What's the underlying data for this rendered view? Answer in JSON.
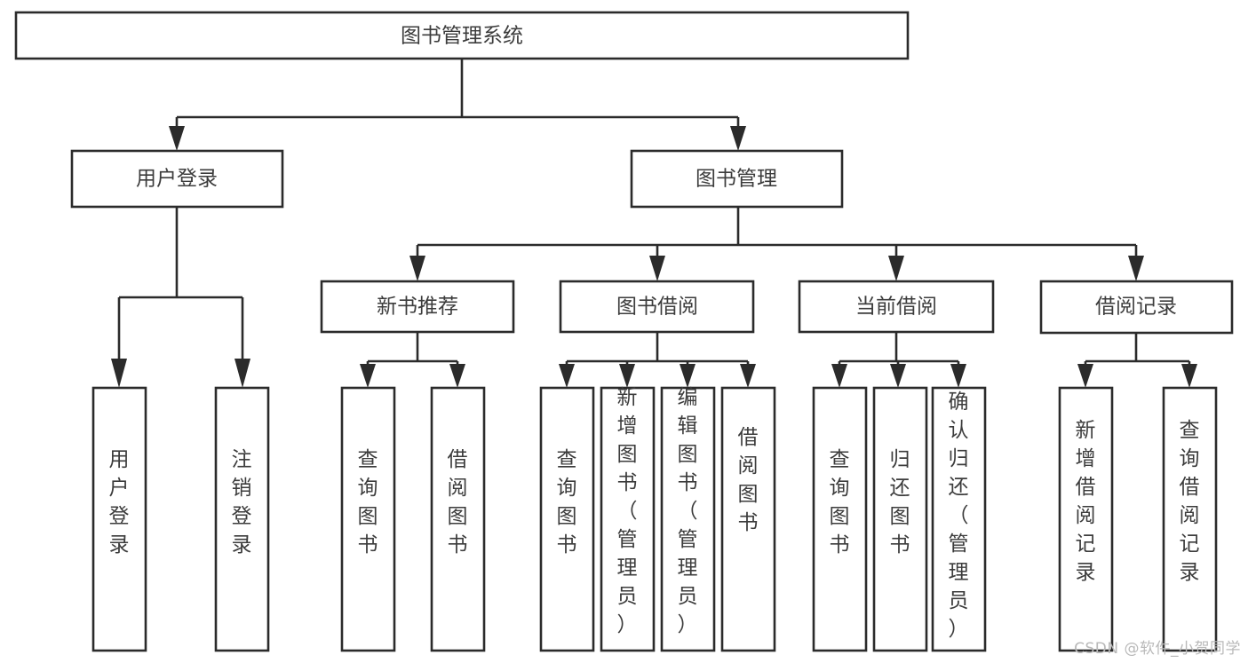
{
  "diagram": {
    "type": "tree-hierarchy-chart",
    "title": "图书管理系统",
    "watermark": "CSDN @软件_小贺同学",
    "colors": {
      "background": "#ffffff",
      "box_fill": "#ffffff",
      "box_stroke": "#2b2b2b",
      "text": "#3c3c3c",
      "watermark": "#b9b9b9"
    },
    "root": {
      "label": "图书管理系统"
    },
    "level2": [
      {
        "label": "用户登录"
      },
      {
        "label": "图书管理"
      }
    ],
    "level3": [
      {
        "label": "新书推荐"
      },
      {
        "label": "图书借阅"
      },
      {
        "label": "当前借阅"
      },
      {
        "label": "借阅记录"
      }
    ],
    "leaves": {
      "user_login": [
        {
          "label": "用户登录"
        },
        {
          "label": "注销登录"
        }
      ],
      "new_book_recommend": [
        {
          "label": "查询图书"
        },
        {
          "label": "借阅图书"
        }
      ],
      "book_borrow": [
        {
          "label": "查询图书"
        },
        {
          "label": "新增图书（管理员）"
        },
        {
          "label": "编辑图书（管理员）"
        },
        {
          "label": "借阅图书"
        }
      ],
      "current_borrow": [
        {
          "label": "查询图书"
        },
        {
          "label": "归还图书"
        },
        {
          "label": "确认归还（管理员）"
        }
      ],
      "borrow_record": [
        {
          "label": "新增借阅记录"
        },
        {
          "label": "查询借阅记录"
        }
      ]
    }
  }
}
